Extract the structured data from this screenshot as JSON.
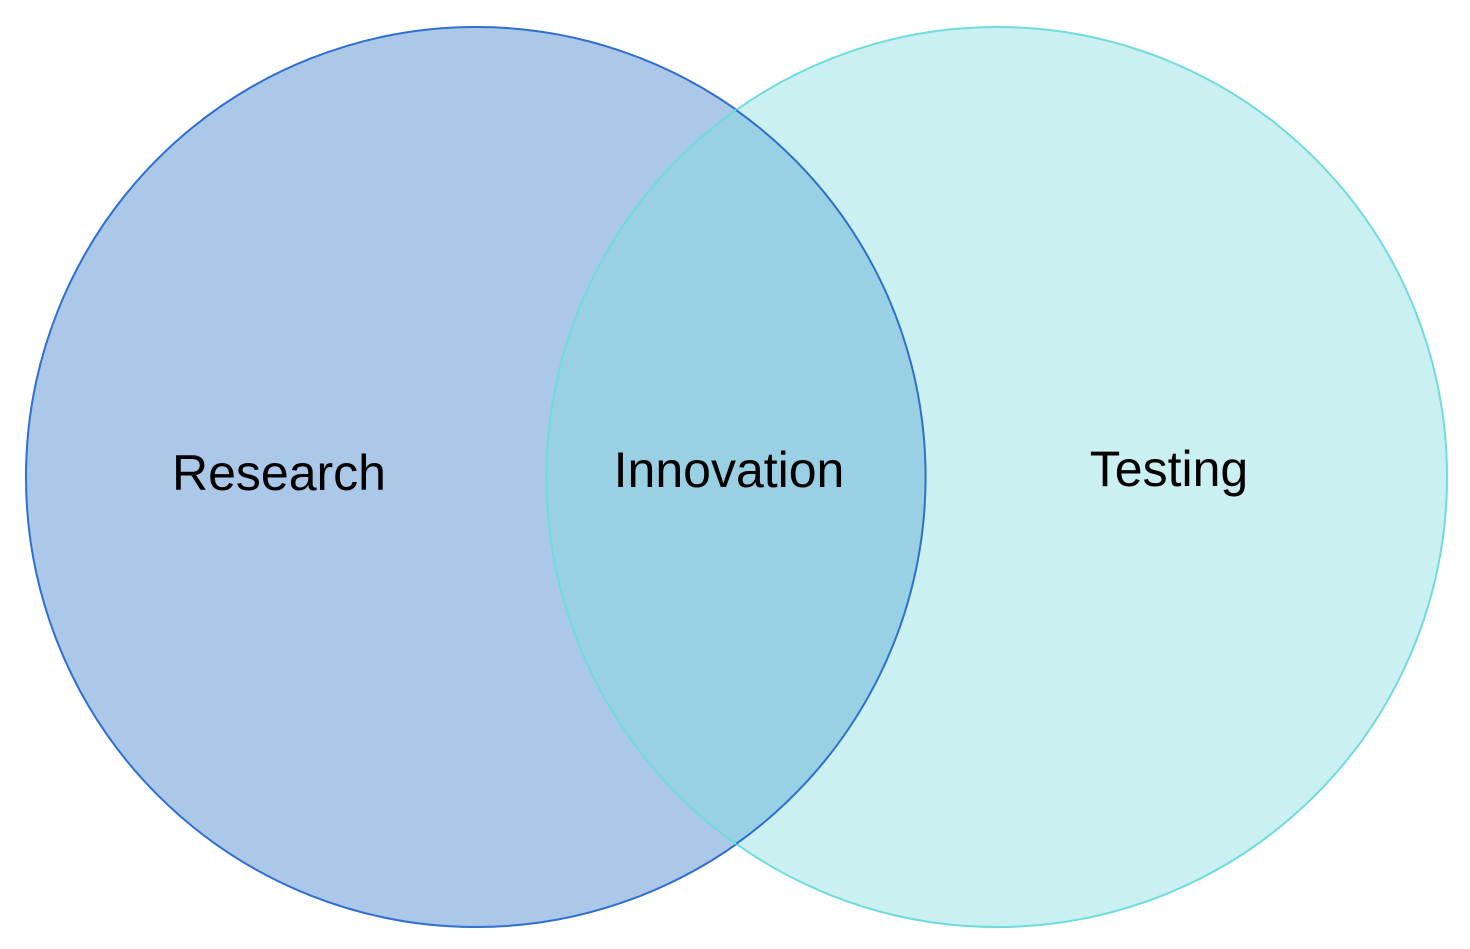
{
  "diagram": {
    "type": "venn",
    "sets": [
      {
        "label": "Research",
        "fill": "#abc8e8",
        "stroke": "#2f6fcf"
      },
      {
        "label": "Testing",
        "fill": "#cbf0f2",
        "stroke": "#6fdcdc"
      }
    ],
    "intersection": {
      "label": "Innovation",
      "fill": "#99d0e3"
    }
  }
}
